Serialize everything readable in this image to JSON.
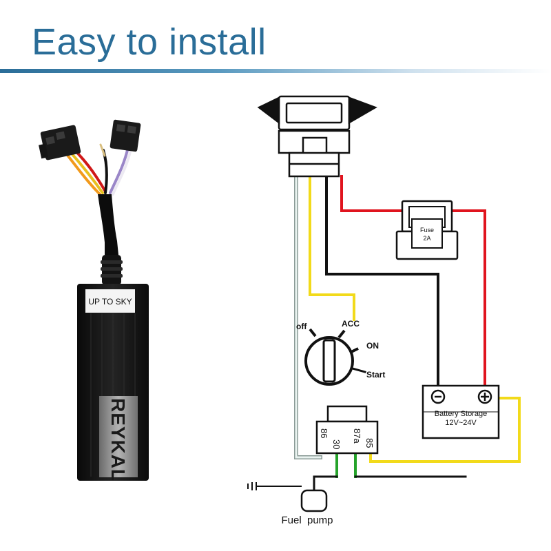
{
  "header": {
    "title": "Easy to install"
  },
  "device": {
    "label": "UP TO SKY",
    "brand": "REYKAL"
  },
  "diagram": {
    "ignition": {
      "off": "off",
      "acc": "ACC",
      "on": "ON",
      "start": "Start"
    },
    "fuse": {
      "line1": "Fuse",
      "line2": "2A"
    },
    "battery": {
      "minus": "⊖",
      "plus": "⊕",
      "title": "Battery Storage",
      "voltage": "12V~24V"
    },
    "relay": {
      "pins": [
        "86",
        "30",
        "87a",
        "85"
      ]
    },
    "fuel_pump": "Fuel  pump"
  },
  "colors": {
    "title": "#2a6d98",
    "wire_red": "#e0141e",
    "wire_yellow": "#f2da1a",
    "wire_black": "#111111",
    "wire_white": "#d8e8e4",
    "wire_green": "#25a32a"
  }
}
